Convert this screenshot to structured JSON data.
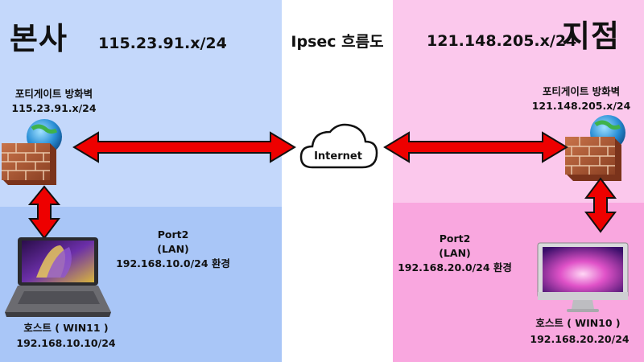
{
  "hq": {
    "title": "본사",
    "subnet": "115.23.91.x/24",
    "firewall_label": "포티게이트 방화벽",
    "firewall_subnet": "115.23.91.x/24",
    "port_name": "Port2",
    "port_type": "(LAN)",
    "port_env": "192.168.10.0/24 환경",
    "host_label": "호스트 ( WIN11 )",
    "host_ip": "192.168.10.10/24"
  },
  "center": {
    "title": "Ipsec 흐름도",
    "cloud_label": "Internet"
  },
  "branch": {
    "title": "지점",
    "subnet": "121.148.205.x/24",
    "firewall_label": "포티게이트 방화벽",
    "firewall_subnet": "121.148.205.x/24",
    "port_name": "Port2",
    "port_type": "(LAN)",
    "port_env": "192.168.20.0/24 환경",
    "host_label": "호스트 ( WIN10 )",
    "host_ip": "192.168.20.20/24"
  },
  "colors": {
    "hq_bg": "#c4d8fb",
    "hq_bg_dark": "#a9c6f7",
    "branch_bg": "#fbc8ec",
    "branch_bg_dark": "#f9a7df",
    "arrow": "#ee0000"
  },
  "icons": [
    "firewall-icon",
    "laptop-icon",
    "monitor-icon",
    "cloud-icon",
    "double-arrow"
  ]
}
